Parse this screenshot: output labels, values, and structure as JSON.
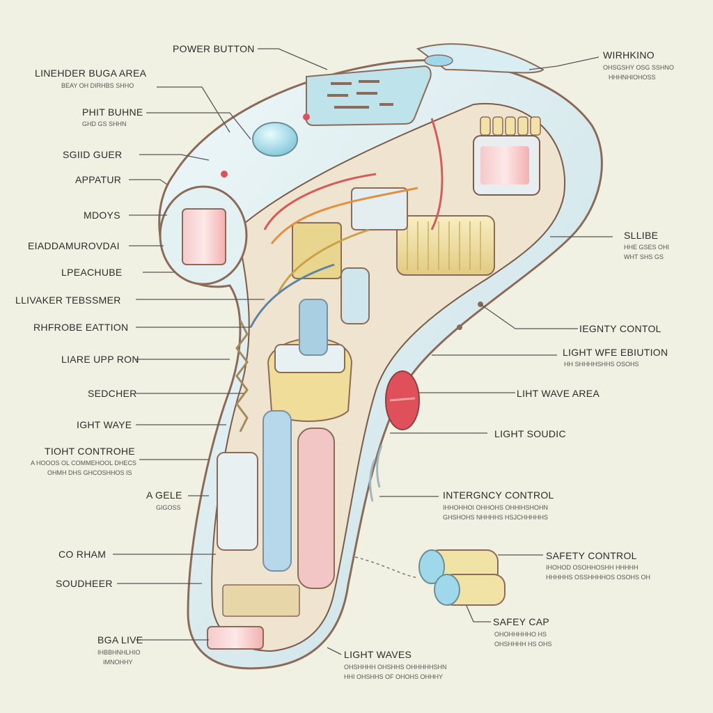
{
  "colors": {
    "background": "#f1f1e3",
    "body_shell": "#d9ecef",
    "outline": "#8b6a58",
    "display": "#bfe3ea",
    "glow": "#f3b6b6",
    "red_button": "#e0505a",
    "cream_coil": "#f2e2a8",
    "leader": "#555555"
  },
  "labels": {
    "power_button": "POWER BUTTON",
    "left_1": "LINEHDER BUGA AREA",
    "left_2": "PHIT BUHNE",
    "left_3": "SGIID GUER",
    "left_4": "APPATUR",
    "left_5": "MDOYS",
    "left_6": "EIADDAMUROVDAI",
    "left_7": "LPEACHUBE",
    "left_8": "LLIVAKER TEBSSMER",
    "left_9": "RHFROBE EATTION",
    "left_10": "LIARE UPP RON",
    "left_11": "SEDCHER",
    "left_12": "IGHT WAYE",
    "left_13": "TIOHT CONTROHE",
    "left_14": "A GELE",
    "left_15": "CO RHAM",
    "left_16": "SOUDHEER",
    "left_17": "BGA LIVE",
    "right_1": "WIRHKINO",
    "right_2": "SLLIBE",
    "right_3": "IEGNTY CONTOL",
    "right_4": "LIGHT WFE EBIUTION",
    "right_5": "LIHT WAVE AREA",
    "right_6": "LIGHT SOUDIC",
    "right_7": "INTERGNCY CONTROL",
    "right_8": "SAFETY CONTROL",
    "right_9": "SAFEY CAP",
    "bottom_1": "LIGHT WAVES"
  },
  "sublabels": {
    "left_1": "BEAY OH DIRHBS SHHO",
    "left_2": "GHD GS SHHN",
    "left_13": "A HOOOS OL COMMEHOOL DHECS",
    "left_13b": "OHMH DHS GHCOSHHOS IS",
    "left_14": "GIGOSS",
    "left_17": "IHBBHNHLHIO",
    "left_17b": "IMNOHHY",
    "right_1": "OHSGSHY OSG SSHNO",
    "right_1b": "HHHNHIOHOSS",
    "right_2": "HHE GSES OHI",
    "right_2b": "WHT SHS GS",
    "right_4": "HH SHHHHSHHS OSOHS",
    "right_7": "IHHOHHOI OHHOHS OHHIHSHOHN",
    "right_7b": "GHSHOHS NHHHHS HSJCHHHHHS",
    "right_8": "IHOHOD OSOHHOSHH HHHHH",
    "right_8b": "HHHHHS OSSHHHHOS OSOHS OH",
    "right_9": "OHOHHHHHO HS",
    "right_9b": "OHSHHHH HS OHS",
    "bottom_1": "OHSHHHH OHSHHS OHHHHHSHN",
    "bottom_1b": "HHI OHSHHS OF OHOHS OHHHY"
  },
  "display_text": [
    "≡ ≡",
    "≡ ≡",
    "≡ ≡ ≡"
  ]
}
